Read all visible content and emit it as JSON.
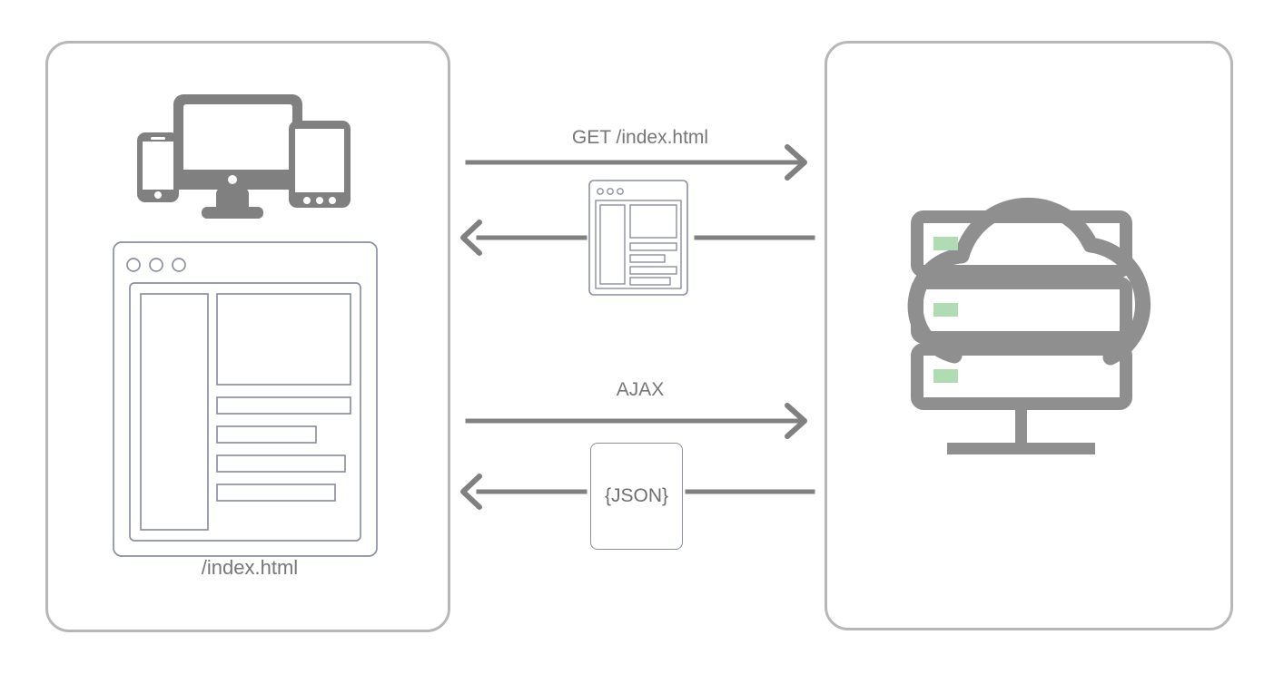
{
  "diagram": {
    "title": "Client-server AJAX request flow",
    "colors": {
      "panel_border": "#b7b7b7",
      "arrow": "#808080",
      "icon_gray": "#808080",
      "wireframe_stroke": "#8b8fa3",
      "text": "#767676",
      "led_green": "#b0dcb4",
      "background": "#ffffff"
    }
  },
  "client": {
    "panel_name": "client-panel",
    "devices": {
      "icon": "responsive-devices-icon",
      "items": [
        "smartphone",
        "desktop-monitor",
        "tablet"
      ]
    },
    "browser": {
      "icon": "browser-window-icon",
      "traffic_lights": 3,
      "content_blocks": [
        "sidebar",
        "hero",
        "bar-1",
        "bar-2",
        "bar-3",
        "bar-4"
      ]
    },
    "caption": "/index.html"
  },
  "server": {
    "panel_name": "server-panel",
    "icon": "cloud-server-icon",
    "racks": [
      {
        "led": "status-led",
        "led_color": "#b0dcb4"
      },
      {
        "led": "status-led",
        "led_color": "#b0dcb4"
      },
      {
        "led": "status-led",
        "led_color": "#b0dcb4"
      }
    ]
  },
  "flows": [
    {
      "id": "get",
      "request_label": "GET /index.html",
      "request_direction": "right",
      "response_direction": "left",
      "payload": {
        "type": "html-page-icon",
        "label": ""
      }
    },
    {
      "id": "ajax",
      "request_label": "AJAX",
      "request_direction": "right",
      "response_direction": "left",
      "payload": {
        "type": "json-box",
        "label": "{JSON}"
      }
    }
  ]
}
